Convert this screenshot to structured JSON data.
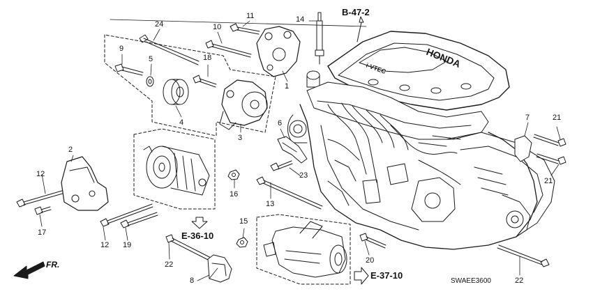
{
  "diagram": {
    "callouts": {
      "c1": "1",
      "c2": "2",
      "c3": "3",
      "c4": "4",
      "c5": "5",
      "c6": "6",
      "c7": "7",
      "c8": "8",
      "c9": "9",
      "c10": "10",
      "c11": "11",
      "c12a": "12",
      "c12b": "12",
      "c13": "13",
      "c14": "14",
      "c15": "15",
      "c16": "16",
      "c17": "17",
      "c18": "18",
      "c19": "19",
      "c20": "20",
      "c21a": "21",
      "c21b": "21",
      "c22a": "22",
      "c22b": "22",
      "c23": "23",
      "c24": "24"
    },
    "refs": {
      "top": "B-47-2",
      "alternator": "E-36-10",
      "starter": "E-37-10"
    },
    "direction_label": "FR.",
    "diagram_code": "SWAEE3600",
    "engine_cover_brand": "HONDA",
    "engine_cover_badge": "i-VTEC"
  },
  "colors": {
    "line": "#1a1a1a",
    "background": "#ffffff"
  }
}
